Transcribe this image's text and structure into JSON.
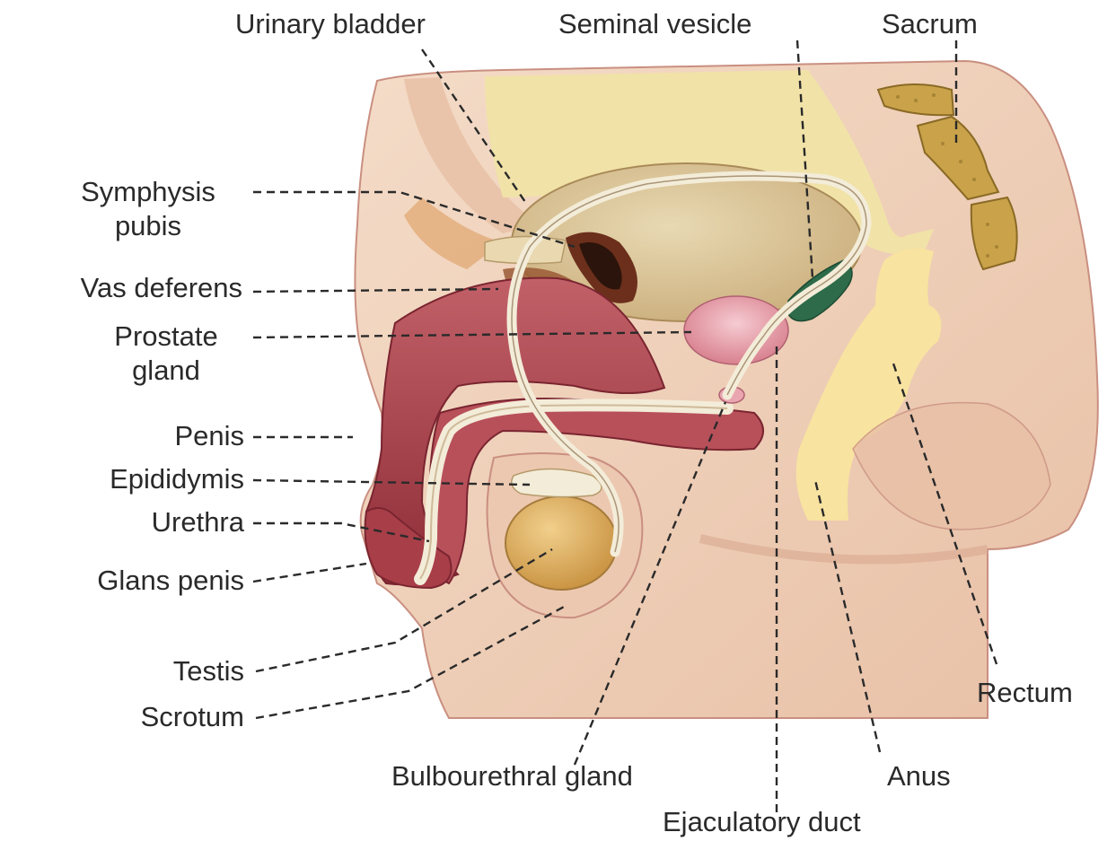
{
  "labels": {
    "urinary_bladder": "Urinary bladder",
    "seminal_vesicle": "Seminal vesicle",
    "sacrum": "Sacrum",
    "symphysis_pubis_line1": "Symphysis",
    "symphysis_pubis_line2": "pubis",
    "vas_deferens": "Vas deferens",
    "prostate_line1": "Prostate",
    "prostate_line2": "gland",
    "penis": "Penis",
    "epididymis": "Epididymis",
    "urethra": "Urethra",
    "glans_penis": "Glans penis",
    "testis": "Testis",
    "scrotum": "Scrotum",
    "bulbourethral_gland": "Bulbourethral gland",
    "ejaculatory_duct": "Ejaculatory duct",
    "anus": "Anus",
    "rectum": "Rectum"
  },
  "colors": {
    "skin": "#f2d6c0",
    "skin_shadow": "#e7bea2",
    "bladder": "#dcc79a",
    "bone": "#c9a24a",
    "rectum": "#f8e3a0",
    "penis_tissue": "#a8404a",
    "vas": "#f3ecd8",
    "prostate": "#e9a6b0",
    "seminal_vesicle": "#2d6b4a",
    "testis": "#d9ad62",
    "leader_line": "#2a2a2a"
  }
}
